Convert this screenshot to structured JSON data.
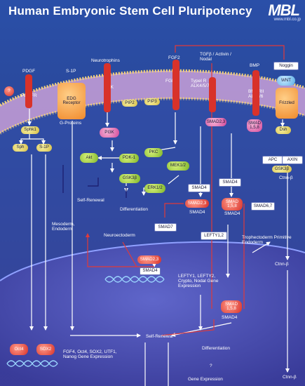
{
  "header": {
    "title": "Human Embryonic Stem Cell Pluripotency",
    "brand": "MBL",
    "url": "www.mbl.co.jp"
  },
  "ligands": {
    "pdgf": "PDGF",
    "s1p_top": "S-1P",
    "neurotrophins": "Neurotrophins",
    "fgf2": "FGF2",
    "tgf": "TGFβ / Activin / Nodal",
    "bmp": "BMP",
    "noggin": "Noggin",
    "wnt": "WNT",
    "question": "?"
  },
  "receptors": {
    "pdgfr": "PDGFR",
    "edg": "EDG Receptor",
    "trk": "TRK",
    "fgfr": "FGFR",
    "type1r": "TypeI R ALK4/5/7",
    "bmpr": "BMPRII ALK3/6",
    "frizzled": "Frizzled"
  },
  "nodes": {
    "sphk1": "Sphk1",
    "g_proteins": "G-Proteins",
    "pip2": "PIP2",
    "pip3": "PIP3",
    "pi3k": "PI3K",
    "smad23_a": "SMAD2,3",
    "smad158_a": "SMAD 1,5,8",
    "dsh": "Dsh",
    "sph": "Sph",
    "s1p_b": "S-1P",
    "akt": "Akt",
    "pdk1": "PDK-1",
    "pkc": "PKC",
    "mek12": "MEK1/2",
    "gsk3b_a": "GSK3β",
    "erk12": "ERK1/2",
    "apc": "APC",
    "axin": "AXIN",
    "gsk3b_b": "GSK3β",
    "ctnnb_a": "Ctnn-β",
    "smad4_a": "SMAD4",
    "smad4_b": "SMAD4",
    "smad23_b": "SMAD2,3",
    "smad4_c": "SMAD4",
    "smad158_b": "SMAD 1,5,8",
    "smad4_d": "SMAD4",
    "smad67": "SMAD6,7",
    "smad7": "SMAD7",
    "lefty12": "LEFTY1,2",
    "smad23_c": "SMAD2,3",
    "smad4_e": "SMAD4",
    "ctnnb_b": "Ctnn-β",
    "smad158_c": "SMAD 1,5,8",
    "smad4_f": "SMAD4",
    "oct4": "Oct4",
    "sox2": "SOX2",
    "ctnnb_c": "Ctnn-β"
  },
  "outcomes": {
    "self_renewal_a": "Self-Renewal",
    "differentiation_a": "Differentiation",
    "mesoderm": "Mesoderm, Endoderm",
    "neuroectoderm": "Neuroectoderm",
    "trophectoderm": "Trophectoderm Primitive Endoderm",
    "lefty_expr": "LEFTY1, LEFTY2, Crypto, Nodal Gene Expression",
    "self_renewal_b": "Self-Renewal",
    "differentiation_b": "Differentiation",
    "question_b": "?",
    "fgf4_expr": "FGF4, Oct4, SOX2, UTF1, Nanog Gene Expression",
    "gene_expr": "Gene Expression"
  }
}
